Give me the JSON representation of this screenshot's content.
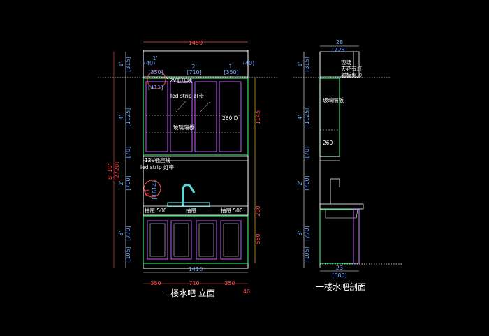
{
  "elevation": {
    "title": "一楼水吧 立面",
    "top_width": "1450",
    "col_widths_in": [
      "[350]",
      "[710]",
      "[350]"
    ],
    "col_widths_ft": [
      "1'",
      "2'",
      "1'"
    ],
    "col_width_sub": [
      "(40)",
      "(40)"
    ],
    "bottom_width": "1410",
    "bottom_segments": [
      "350",
      "710",
      "350",
      "40"
    ],
    "left_dims_top": [
      "1'",
      "[315]"
    ],
    "left_dims_upper": [
      "4'",
      "[1125]"
    ],
    "left_dims_mid": [
      "[70]"
    ],
    "left_dims_counter": [
      "2'",
      "[700]"
    ],
    "left_dims_base": [
      "3'",
      "[770]"
    ],
    "left_dims_foot": [
      "[105]"
    ],
    "left_total": [
      "8'-10\"",
      "[2720]"
    ],
    "right_dims": [
      "1145",
      "200",
      "560"
    ],
    "labels": {
      "led_top": "led strip 灯带",
      "led_v12_top": "12V低压线",
      "glass_shelf": "玻璃隔板",
      "shelf_260": "260 D",
      "v12_bottom": "12V低压线",
      "led_bottom": "led strip 灯带",
      "drawer_left": "抽屉 500",
      "drawer_center": "抽屉",
      "drawer_right": "抽屉 500",
      "circle_dim": "[1614]",
      "circle_ft": "63",
      "glass_dim": "[411]"
    }
  },
  "section": {
    "title": "一楼水吧剖面",
    "top_width_ft": "28",
    "top_width": "[725]",
    "note": [
      "现场",
      "天花有灯",
      "射板到顶"
    ],
    "glass_shelf": "玻璃隔板",
    "shelf_dim": "260",
    "left_dims_top": [
      "1'",
      "[315]"
    ],
    "left_dims_upper": [
      "4'",
      "[1125]"
    ],
    "left_dims_mid": [
      "[70]"
    ],
    "left_dims_counter": [
      "2'",
      "[700]"
    ],
    "left_dims_base": [
      "3'",
      "[770]"
    ],
    "left_dims_foot": [
      "[105]"
    ],
    "bottom_width_ft": "23",
    "bottom_width": "[600]"
  }
}
